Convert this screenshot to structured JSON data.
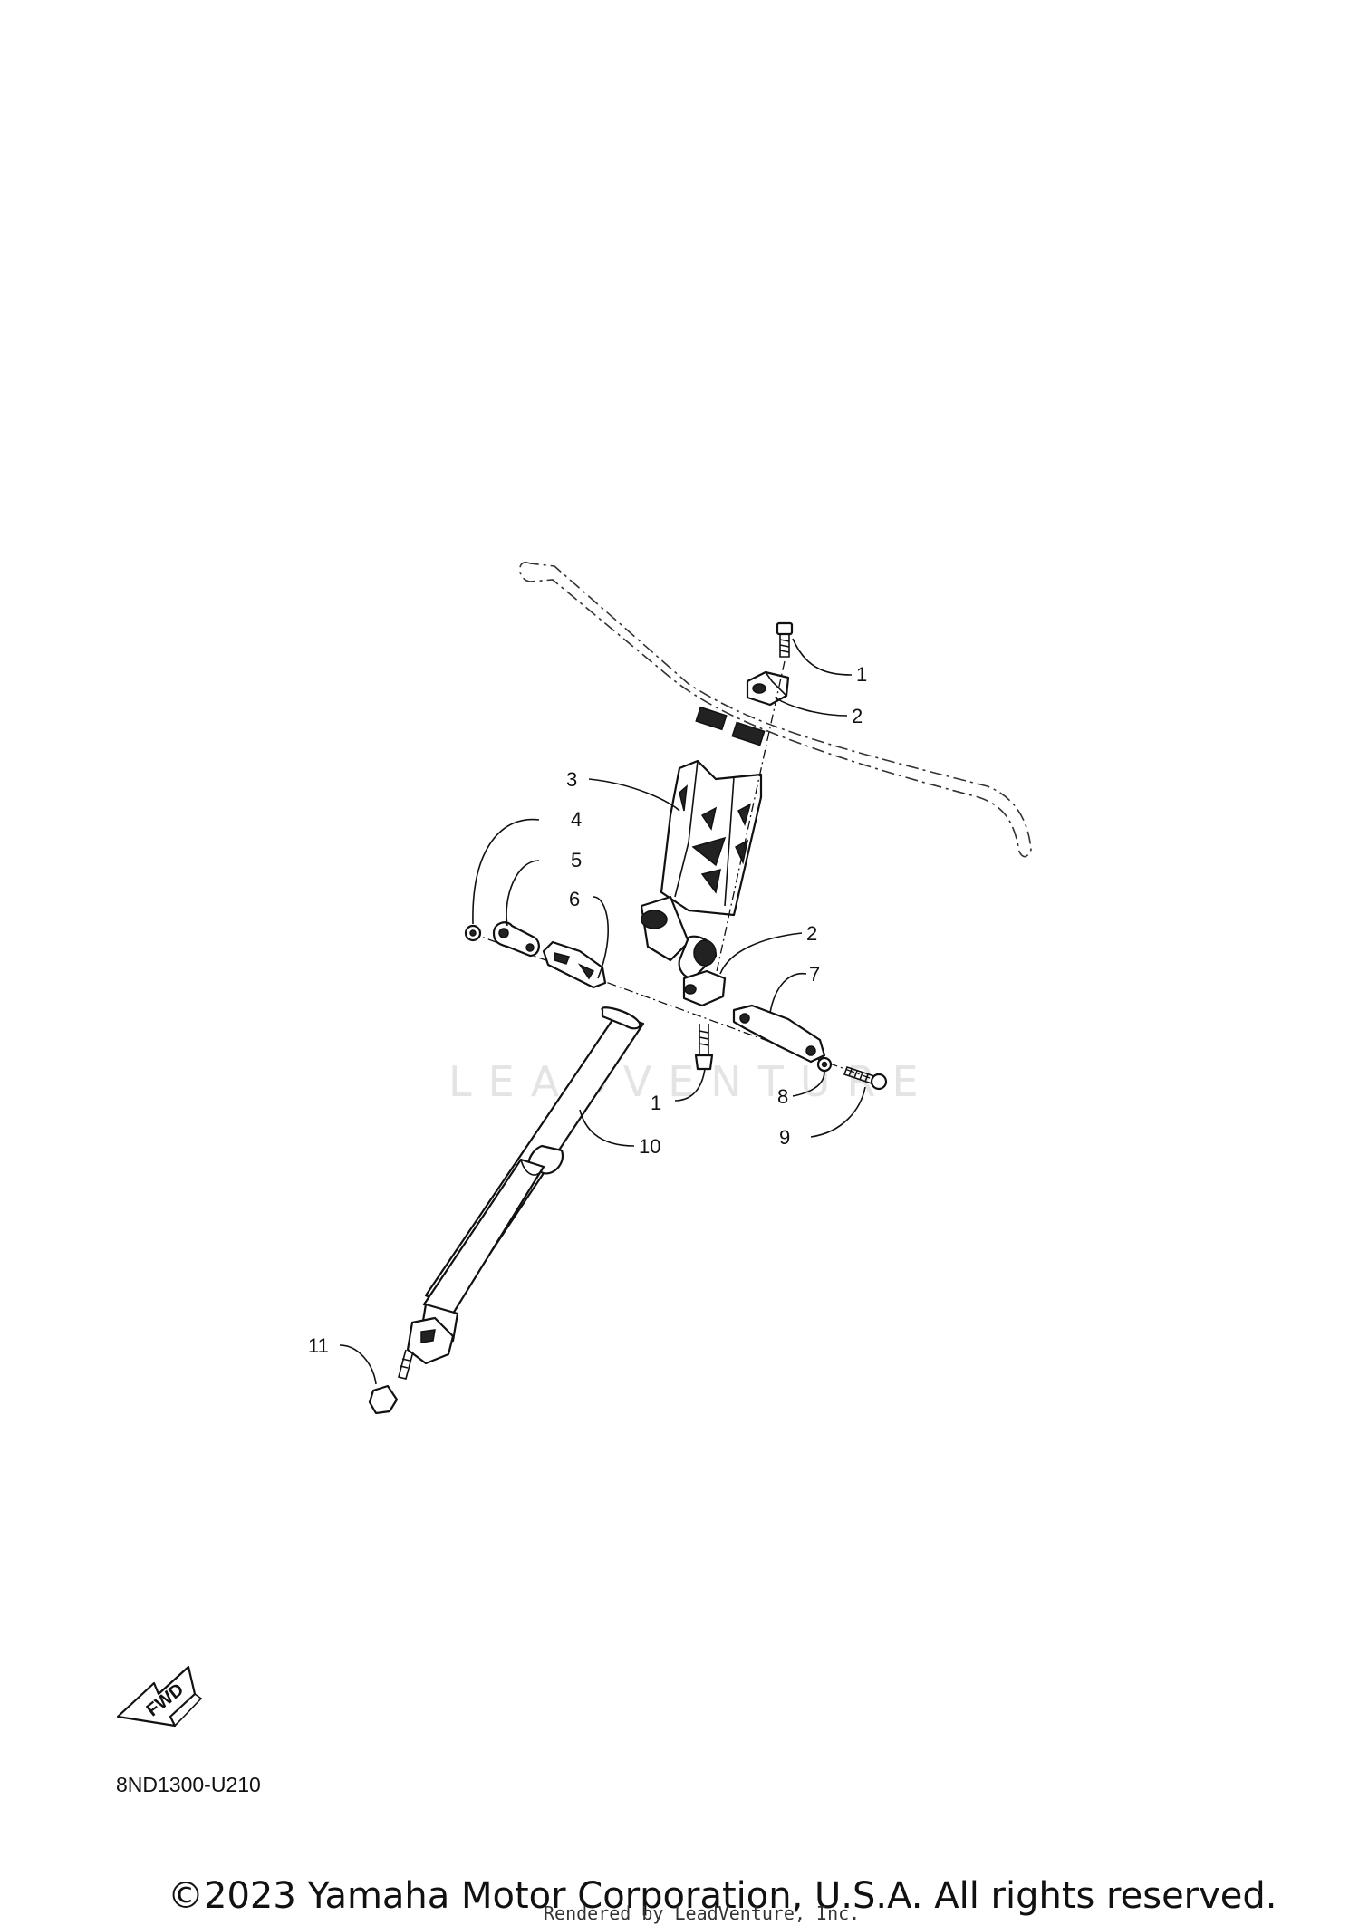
{
  "callouts": [
    {
      "id": "1a",
      "label": "1"
    },
    {
      "id": "2a",
      "label": "2"
    },
    {
      "id": "3",
      "label": "3"
    },
    {
      "id": "4",
      "label": "4"
    },
    {
      "id": "5",
      "label": "5"
    },
    {
      "id": "6",
      "label": "6"
    },
    {
      "id": "2b",
      "label": "2"
    },
    {
      "id": "7",
      "label": "7"
    },
    {
      "id": "1b",
      "label": "1"
    },
    {
      "id": "8",
      "label": "8"
    },
    {
      "id": "9",
      "label": "9"
    },
    {
      "id": "10",
      "label": "10"
    },
    {
      "id": "11",
      "label": "11"
    }
  ],
  "watermark": "LEADVENTURE",
  "fwd_label": "FWD",
  "diagram_code": "8ND1300-U210",
  "copyright": "©2023 Yamaha Motor Corporation, U.S.A. All rights reserved.",
  "rendered_by": "Rendered by LeadVenture, Inc."
}
